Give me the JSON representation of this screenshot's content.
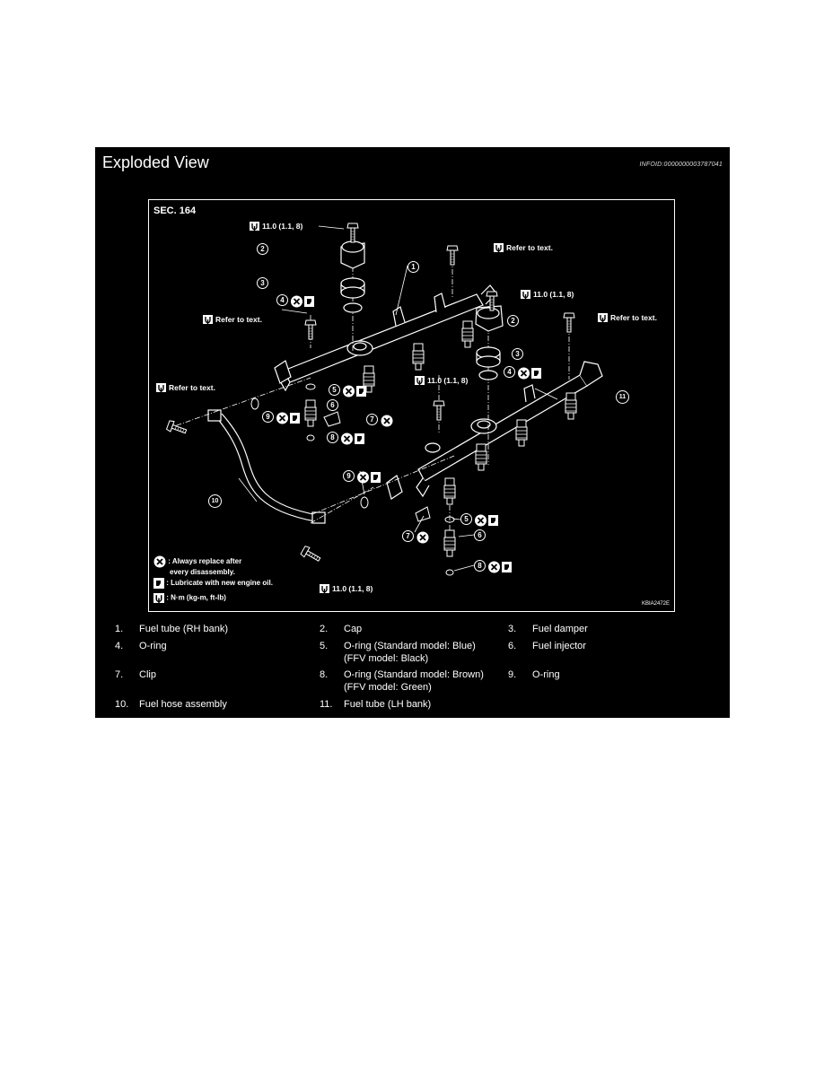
{
  "panel": {
    "title": "Exploded View",
    "infoid": "INFOID:0000000003787041"
  },
  "diagram": {
    "section": "SEC. 164",
    "fig_code": "KBIA2472E",
    "torque_labels": [
      "11.0 (1.1, 8)",
      "Refer to text.",
      "11.0 (1.1, 8)",
      "Refer to text.",
      "Refer to text.",
      "11.0 (1.1, 8)",
      "Refer to text.",
      "11.0 (1.1, 8)"
    ],
    "callouts": [
      "1",
      "2",
      "3",
      "4",
      "2",
      "3",
      "4",
      "5",
      "6",
      "7",
      "8",
      "9",
      "10",
      "11",
      "9",
      "5",
      "7",
      "6",
      "8"
    ],
    "legend": {
      "replace_line1": ": Always replace after",
      "replace_line2": "every disassembly.",
      "lubricate": ": Lubricate with new engine oil.",
      "torque_unit": ": N·m (kg-m, ft-lb)"
    }
  },
  "parts": [
    {
      "num": "1.",
      "line1": "Fuel tube (RH bank)",
      "line2": ""
    },
    {
      "num": "2.",
      "line1": "Cap",
      "line2": ""
    },
    {
      "num": "3.",
      "line1": "Fuel damper",
      "line2": ""
    },
    {
      "num": "4.",
      "line1": "O-ring",
      "line2": ""
    },
    {
      "num": "5.",
      "line1": "O-ring (Standard model: Blue)",
      "line2": "(FFV model: Black)"
    },
    {
      "num": "6.",
      "line1": "Fuel injector",
      "line2": ""
    },
    {
      "num": "7.",
      "line1": "Clip",
      "line2": ""
    },
    {
      "num": "8.",
      "line1": "O-ring (Standard model: Brown)",
      "line2": "(FFV model: Green)"
    },
    {
      "num": "9.",
      "line1": "O-ring",
      "line2": ""
    },
    {
      "num": "10.",
      "line1": "Fuel hose assembly",
      "line2": ""
    },
    {
      "num": "11.",
      "line1": "Fuel tube (LH bank)",
      "line2": ""
    }
  ]
}
